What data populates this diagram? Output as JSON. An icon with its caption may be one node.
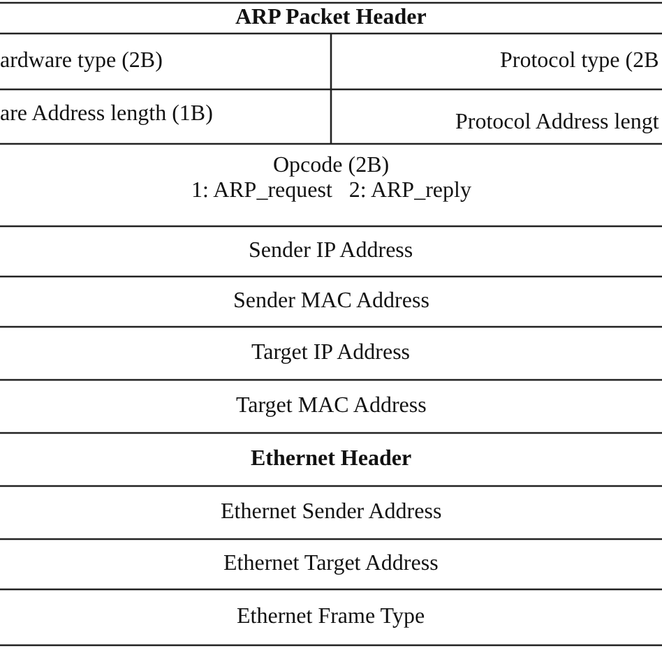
{
  "diagram": {
    "labels": [
      "ARP Packet Header",
      "ardware type (2B)",
      "Protocol type (2B",
      "are Address length (1B)",
      "Protocol Address lengt",
      "Opcode (2B)",
      "1: ARP_request   2: ARP_reply",
      "Sender IP Address",
      "Sender MAC Address",
      "Target IP Address",
      "Target MAC Address",
      "Ethernet Header",
      "Ethernet Sender Address",
      "Ethernet Target Address",
      "Ethernet Frame Type"
    ]
  }
}
